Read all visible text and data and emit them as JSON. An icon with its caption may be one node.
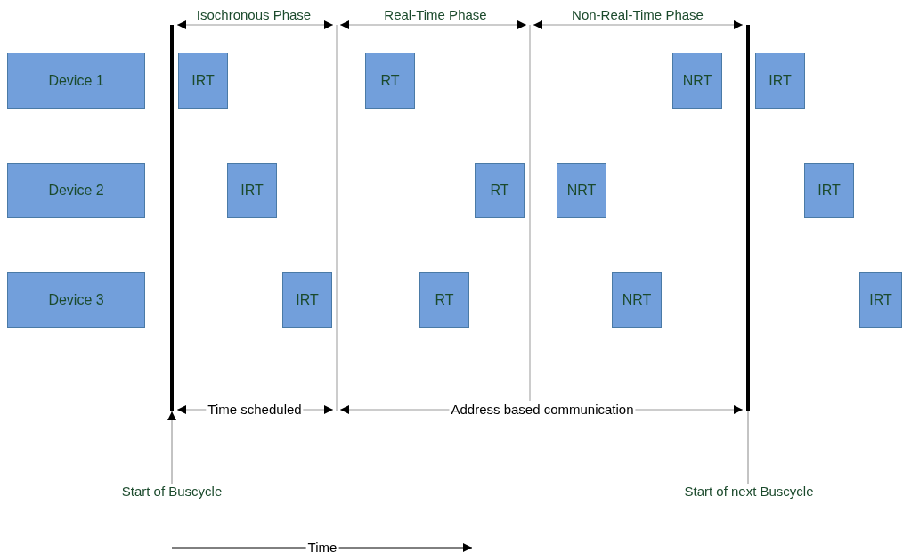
{
  "diagram": {
    "nodes": [
      {
        "text": [
          "Device 1"
        ]
      },
      {
        "text": [
          "IRT"
        ]
      },
      {
        "text": [
          "RT"
        ]
      },
      {
        "text": [
          "NRT"
        ]
      },
      {
        "text": [
          "IRT"
        ]
      },
      {
        "text": [
          "Device 2"
        ]
      },
      {
        "text": [
          "IRT"
        ]
      },
      {
        "text": [
          "RT"
        ]
      },
      {
        "text": [
          "NRT"
        ]
      },
      {
        "text": [
          "IRT"
        ]
      },
      {
        "text": [
          "Device 3"
        ]
      },
      {
        "text": [
          "IRT"
        ]
      },
      {
        "text": [
          "RT"
        ]
      },
      {
        "text": [
          "NRT"
        ]
      },
      {
        "text": [
          "IRT"
        ]
      },
      {
        "text": [
          "Start of Buscycle"
        ]
      },
      {
        "text": [
          "Start of next Buscycle"
        ]
      }
    ],
    "edges": [
      {
        "from": 15,
        "to": null,
        "arrow": "to"
      },
      {
        "from": 16,
        "to": null,
        "arrow": "none"
      }
    ],
    "labels": [
      "Isochronous Phase",
      "Real-Time Phase",
      "Non-Real-Time Phase",
      "Time scheduled",
      "Address based communication",
      "Time"
    ]
  }
}
